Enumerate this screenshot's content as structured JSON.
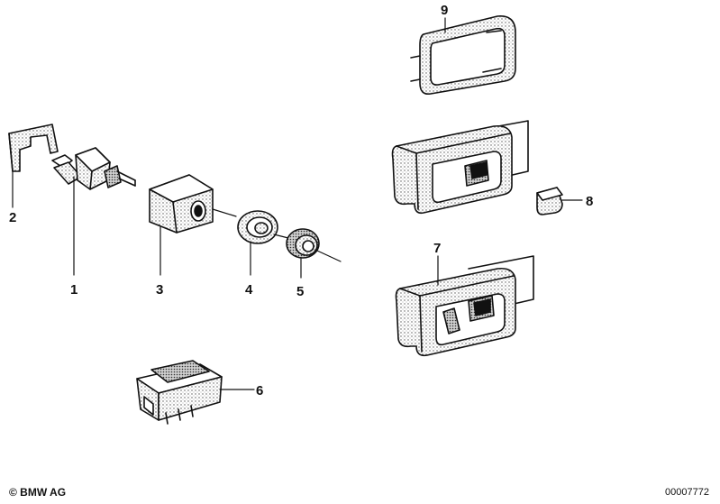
{
  "diagram": {
    "callouts": [
      {
        "id": "1",
        "label": "1"
      },
      {
        "id": "2",
        "label": "2"
      },
      {
        "id": "3",
        "label": "3"
      },
      {
        "id": "4",
        "label": "4"
      },
      {
        "id": "5",
        "label": "5"
      },
      {
        "id": "6",
        "label": "6"
      },
      {
        "id": "7",
        "label": "7"
      },
      {
        "id": "8",
        "label": "8"
      },
      {
        "id": "9",
        "label": "9"
      }
    ]
  },
  "footer": {
    "copyright": "© BMW AG",
    "drawing_number": "00007772"
  }
}
